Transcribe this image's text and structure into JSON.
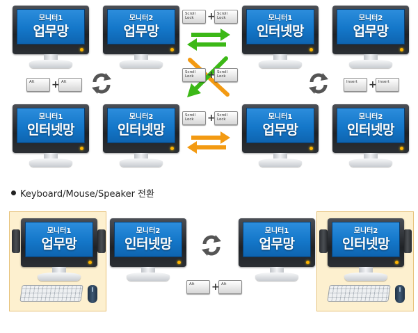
{
  "labels": {
    "monitor1": "모니터1",
    "monitor2": "모니터2",
    "work_net": "업무망",
    "internet": "인터넷망"
  },
  "keys": {
    "alt": "Alt",
    "scroll_lock": "Scroll Lock",
    "insert": "Insert",
    "plus": "+"
  },
  "section_heading": "Keyboard/Mouse/Speaker 전환",
  "colors": {
    "screen_blue": "#1477c9",
    "arrow_green": "#3cb817",
    "arrow_orange": "#f39a12",
    "highlight_frame": "#fdf0cf",
    "led": "#ffb400"
  }
}
